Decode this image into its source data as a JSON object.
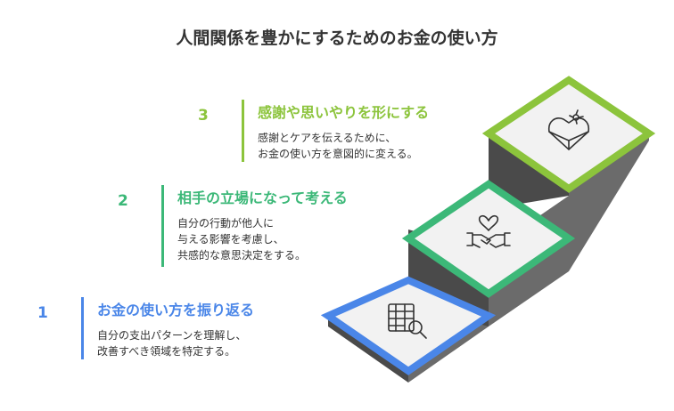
{
  "title": "人間関係を豊かにするためのお金の使い方",
  "colors": {
    "step1": "#4a86e8",
    "step2": "#3cb878",
    "step3": "#8cc43c",
    "text": "#333333"
  },
  "steps": [
    {
      "number": "1",
      "title": "お金の使い方を振り返る",
      "desc": [
        "自分の支出パターンを理解し、",
        "改善すべき領域を特定する。"
      ],
      "icon": "spreadsheet-search-icon"
    },
    {
      "number": "2",
      "title": "相手の立場になって考える",
      "desc": [
        "自分の行動が他人に",
        "与える影響を考慮し、",
        "共感的な意思決定をする。"
      ],
      "icon": "heart-handshake-icon"
    },
    {
      "number": "3",
      "title": "感謝や思いやりを形にする",
      "desc": [
        "感謝とケアを伝えるために、",
        "お金の使い方を意図的に変える。"
      ],
      "icon": "heart-gift-icon"
    }
  ]
}
